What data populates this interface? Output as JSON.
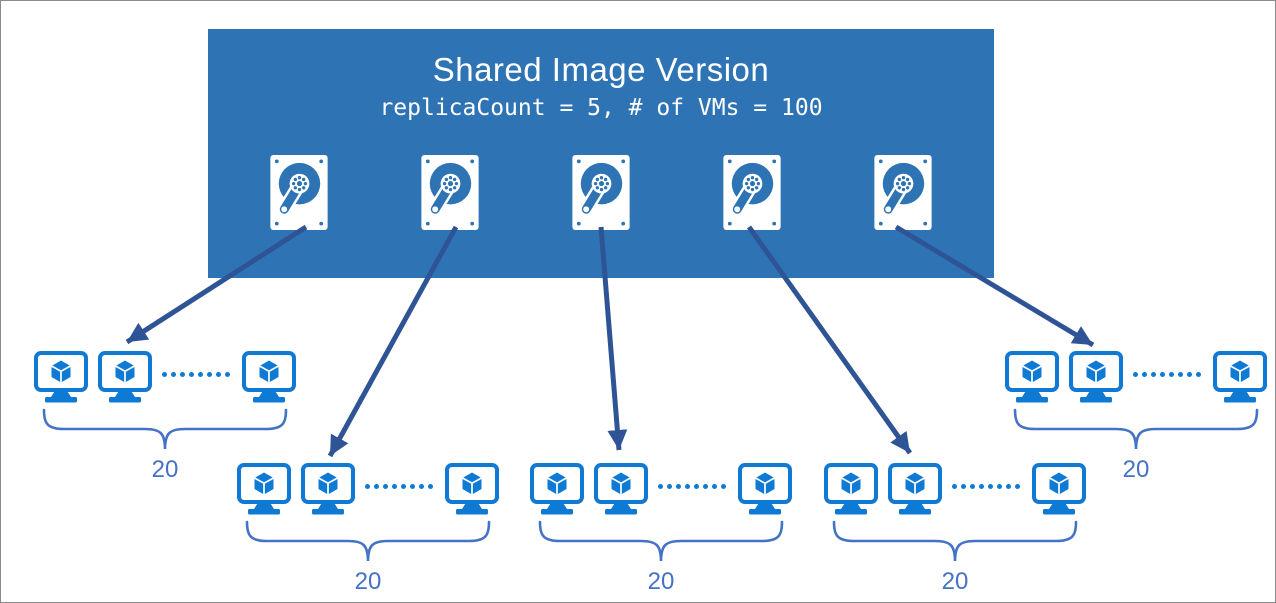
{
  "header": {
    "title": "Shared Image Version",
    "subtitle": "replicaCount = 5, # of VMs = 100"
  },
  "replica_count": 5,
  "total_vms": 100,
  "groups": [
    {
      "count_label": "20"
    },
    {
      "count_label": "20"
    },
    {
      "count_label": "20"
    },
    {
      "count_label": "20"
    },
    {
      "count_label": "20"
    }
  ],
  "icons": [
    "managed-disk-icon",
    "vm-icon",
    "brace-icon",
    "arrow-icon",
    "ellipsis-dots-icon"
  ],
  "colors": {
    "box_blue": "#2E74B5",
    "vm_blue": "#0E7AD3",
    "arrow_blue": "#2F5496",
    "brace_blue": "#4472C4",
    "border_gray": "#8a8a8a"
  }
}
